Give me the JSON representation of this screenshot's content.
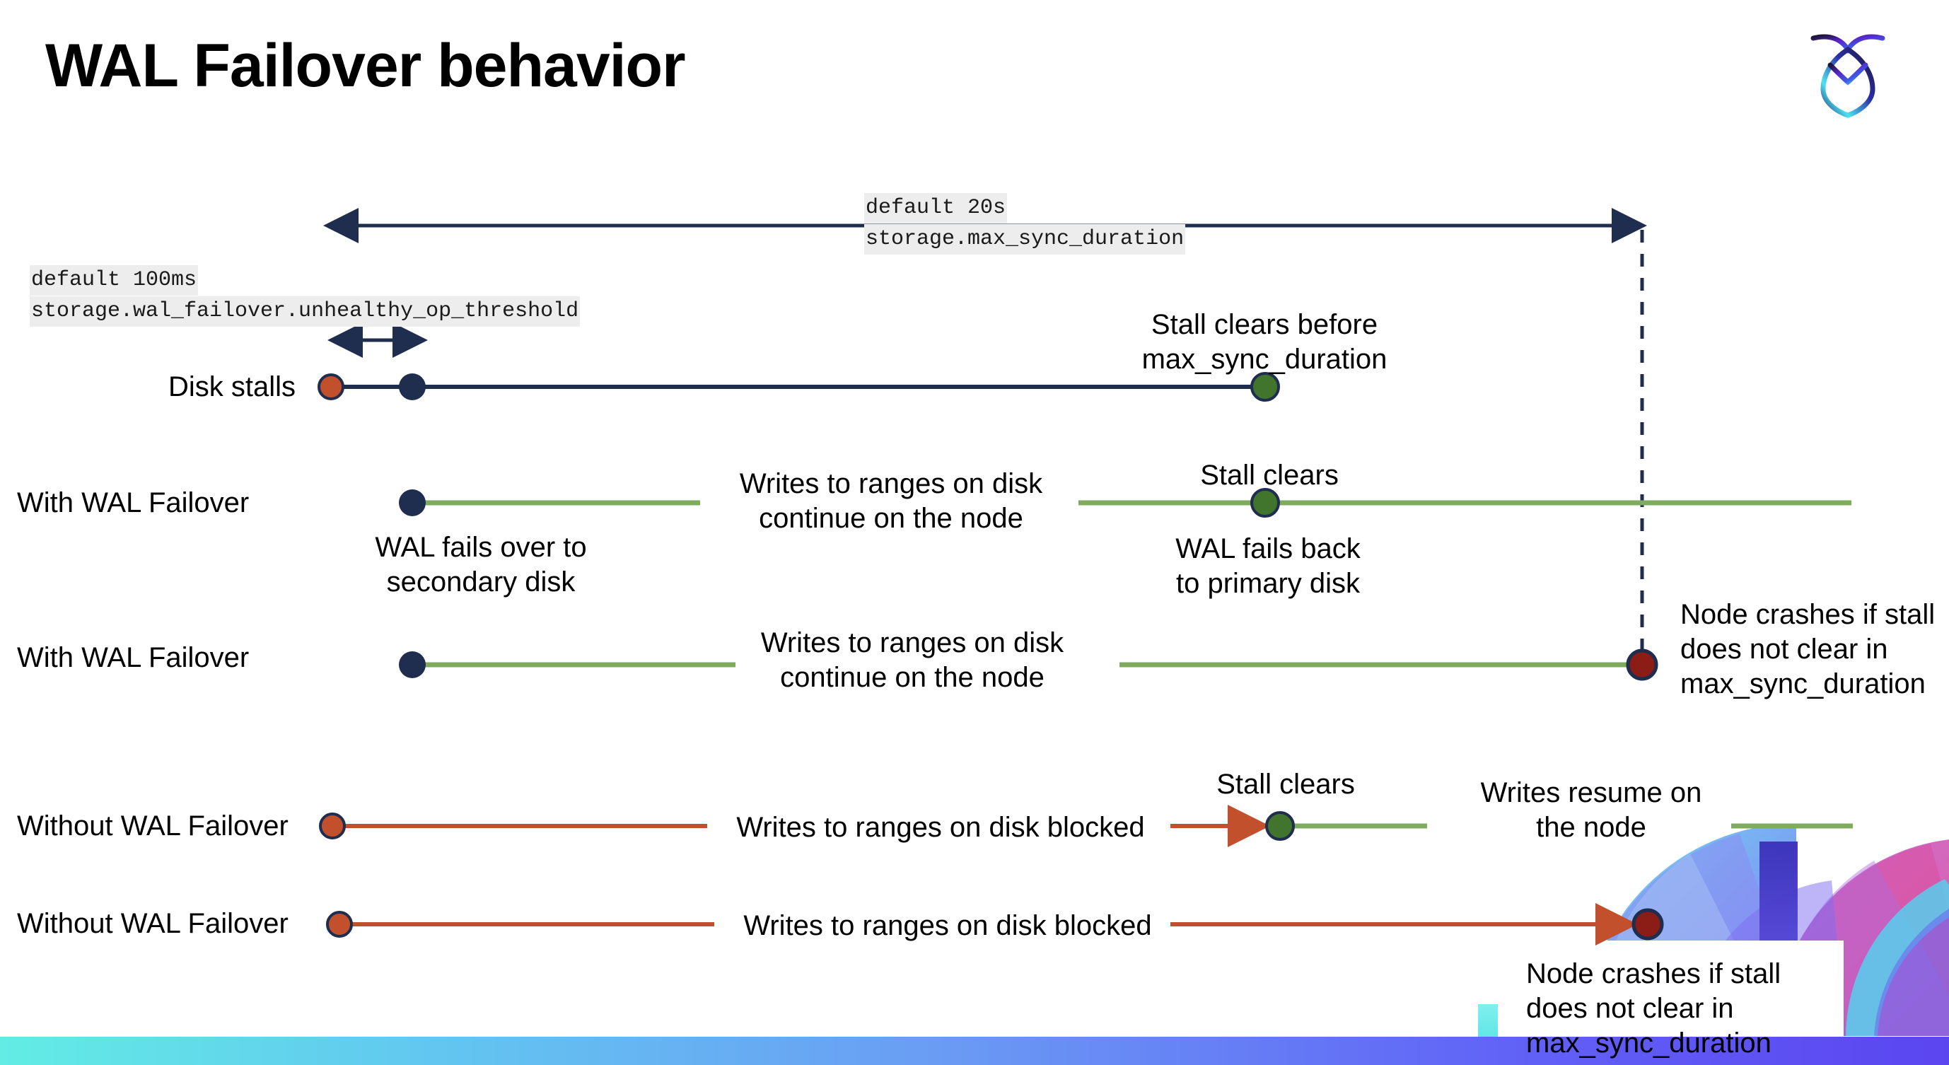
{
  "page": {
    "title": "WAL Failover behavior",
    "logo_name": "cockroachdb-logo"
  },
  "settings": {
    "unhealthy_op_threshold": {
      "default_line": "default 100ms",
      "setting_line": "storage.wal_failover.unhealthy_op_threshold"
    },
    "max_sync_duration": {
      "default_line": "default 20s",
      "setting_line": "storage.max_sync_duration"
    }
  },
  "rows": [
    {
      "id": "disk-stalls",
      "label": "Disk stalls"
    },
    {
      "id": "with-wal-failover-1",
      "label": "With WAL Failover"
    },
    {
      "id": "with-wal-failover-2",
      "label": "With WAL Failover"
    },
    {
      "id": "without-wal-failover-1",
      "label": "Without WAL Failover"
    },
    {
      "id": "without-wal-failover-2",
      "label": "Without WAL Failover"
    }
  ],
  "annotations": {
    "stall_clears_before": "Stall clears before\nmax_sync_duration",
    "stall_clears_1": "Stall clears",
    "stall_clears_2": "Stall clears",
    "wal_fails_over": "WAL fails over to\nsecondary disk",
    "wal_fails_back": "WAL fails  back\nto primary disk",
    "writes_continue_1": "Writes to ranges on disk\ncontinue on the node",
    "writes_continue_2": "Writes to ranges on disk\ncontinue on the node",
    "node_crashes_1": "Node crashes if stall\ndoes not clear in\nmax_sync_duration",
    "node_crashes_2": "Node crashes if stall\ndoes not clear in\nmax_sync_duration",
    "writes_blocked_1": "Writes to ranges on disk  blocked",
    "writes_blocked_2": "Writes to ranges on disk  blocked",
    "writes_resume": "Writes resume on\nthe node"
  },
  "colors": {
    "navy": "#1F2D4E",
    "green_line": "#7FAB5E",
    "green_dot": "#41742C",
    "orange": "#C2502C",
    "orange_dot": "#C2502C",
    "dark_red_dot": "#8C1C16",
    "chip_bg": "#EDEDED",
    "gradient_start": "#62ECE4",
    "gradient_end": "#5B45F0"
  }
}
